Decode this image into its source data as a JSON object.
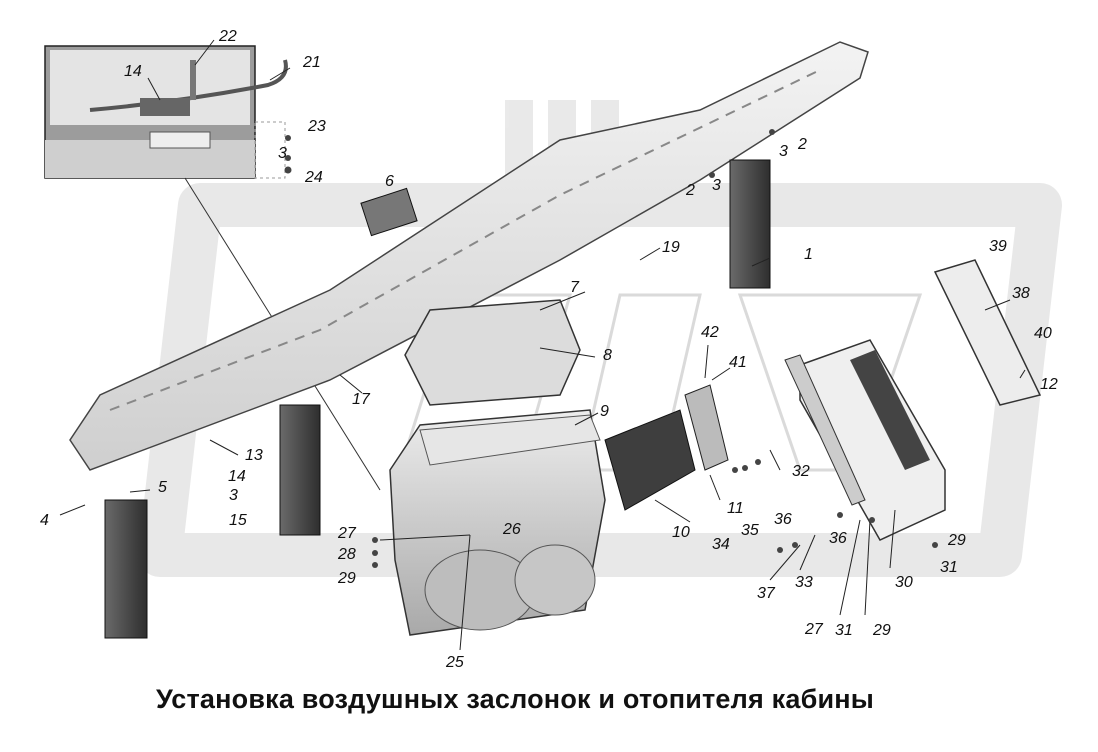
{
  "caption": "Установка воздушных заслонок и отопителя кабины",
  "callouts": [
    {
      "id": "c1",
      "text": "1"
    },
    {
      "id": "c2a",
      "text": "2"
    },
    {
      "id": "c2b",
      "text": "2"
    },
    {
      "id": "c3a",
      "text": "3"
    },
    {
      "id": "c3b",
      "text": "3"
    },
    {
      "id": "c3c",
      "text": "3"
    },
    {
      "id": "c3d",
      "text": "3"
    },
    {
      "id": "c4",
      "text": "4"
    },
    {
      "id": "c5",
      "text": "5"
    },
    {
      "id": "c6",
      "text": "6"
    },
    {
      "id": "c7",
      "text": "7"
    },
    {
      "id": "c8",
      "text": "8"
    },
    {
      "id": "c9",
      "text": "9"
    },
    {
      "id": "c10",
      "text": "10"
    },
    {
      "id": "c11",
      "text": "11"
    },
    {
      "id": "c12",
      "text": "12"
    },
    {
      "id": "c13",
      "text": "13"
    },
    {
      "id": "c14a",
      "text": "14"
    },
    {
      "id": "c14b",
      "text": "14"
    },
    {
      "id": "c15",
      "text": "15"
    },
    {
      "id": "c17",
      "text": "17"
    },
    {
      "id": "c19",
      "text": "19"
    },
    {
      "id": "c21",
      "text": "21"
    },
    {
      "id": "c22",
      "text": "22"
    },
    {
      "id": "c23",
      "text": "23"
    },
    {
      "id": "c24",
      "text": "24"
    },
    {
      "id": "c25",
      "text": "25"
    },
    {
      "id": "c26",
      "text": "26"
    },
    {
      "id": "c27a",
      "text": "27"
    },
    {
      "id": "c27b",
      "text": "27"
    },
    {
      "id": "c28",
      "text": "28"
    },
    {
      "id": "c29a",
      "text": "29"
    },
    {
      "id": "c29b",
      "text": "29"
    },
    {
      "id": "c29c",
      "text": "29"
    },
    {
      "id": "c30",
      "text": "30"
    },
    {
      "id": "c31a",
      "text": "31"
    },
    {
      "id": "c31b",
      "text": "31"
    },
    {
      "id": "c32",
      "text": "32"
    },
    {
      "id": "c33",
      "text": "33"
    },
    {
      "id": "c34",
      "text": "34"
    },
    {
      "id": "c35",
      "text": "35"
    },
    {
      "id": "c36a",
      "text": "36"
    },
    {
      "id": "c36b",
      "text": "36"
    },
    {
      "id": "c37",
      "text": "37"
    },
    {
      "id": "c38",
      "text": "38"
    },
    {
      "id": "c39",
      "text": "39"
    },
    {
      "id": "c40",
      "text": "40"
    },
    {
      "id": "c41",
      "text": "41"
    },
    {
      "id": "c42",
      "text": "42"
    }
  ]
}
